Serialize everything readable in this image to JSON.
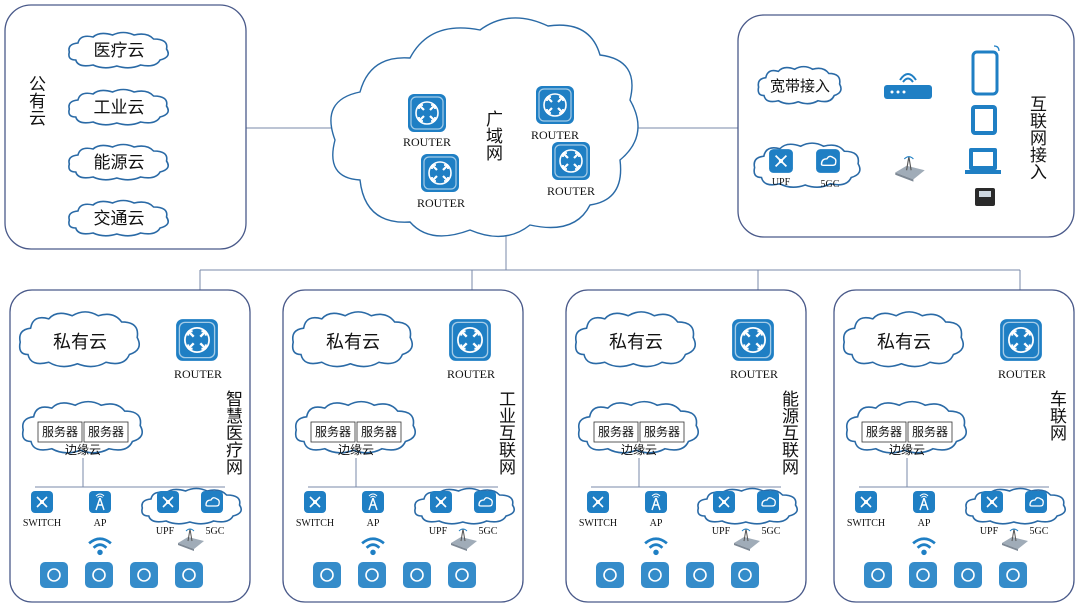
{
  "public_cloud": {
    "label": "公有云",
    "clouds": [
      "医疗云",
      "工业云",
      "能源云",
      "交通云"
    ]
  },
  "wan": {
    "label": "广域网",
    "router_label": "ROUTER"
  },
  "internet_access": {
    "label": "互联网接入",
    "broadband": "宽带接入",
    "upf_label": "UPF",
    "fivegc_label": "5GC"
  },
  "campuses": [
    {
      "name": "智慧医疗网"
    },
    {
      "name": "工业互联网"
    },
    {
      "name": "能源互联网"
    },
    {
      "name": "车联网"
    }
  ],
  "campus_common": {
    "private_cloud": "私有云",
    "router": "ROUTER",
    "server": "服务器",
    "edge_cloud": "边缘云",
    "switch": "SWITCH",
    "ap": "AP",
    "upf": "UPF",
    "fivegc": "5GC"
  },
  "icons": {
    "router": "router-icon",
    "switch": "switch-icon",
    "ap": "ap-icon",
    "fivegc": "5gc-icon",
    "wifi": "wifi-icon",
    "base_station": "base-station-icon"
  },
  "colors": {
    "icon_blue": "#1f7fc4",
    "cloud_stroke": "#2a6aa6",
    "panel_stroke": "#4a5a8a"
  }
}
